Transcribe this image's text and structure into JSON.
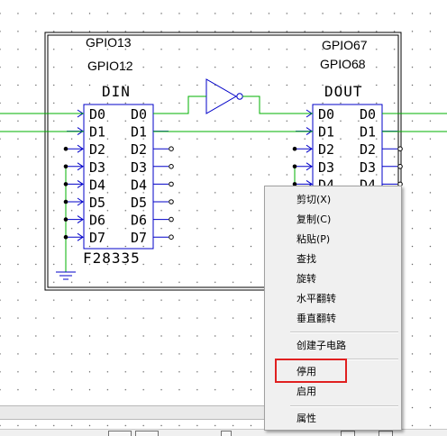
{
  "schematic": {
    "left_block_labels": [
      "GPIO13",
      "GPIO12"
    ],
    "right_block_labels": [
      "GPIO67",
      "GPIO68"
    ],
    "din_title": "DIN",
    "dout_title": "DOUT",
    "chip_label": "F28335",
    "din_left_pins": [
      "D0",
      "D1",
      "D2",
      "D3",
      "D4",
      "D5",
      "D6",
      "D7"
    ],
    "din_right_pins": [
      "D0",
      "D1",
      "D2",
      "D3",
      "D4",
      "D5",
      "D6",
      "D7"
    ],
    "dout_left_pins": [
      "D0",
      "D1",
      "D2",
      "D3",
      "D4"
    ],
    "dout_right_pins": [
      "D0",
      "D1",
      "D2",
      "D3",
      "D4"
    ],
    "wire_color": "#00b000",
    "component_color": "#0000c8"
  },
  "context_menu": {
    "items": [
      {
        "label": "剪切(X)"
      },
      {
        "label": "复制(C)"
      },
      {
        "label": "粘贴(P)"
      },
      {
        "label": "查找"
      },
      {
        "label": "旋转"
      },
      {
        "label": "水平翻转"
      },
      {
        "label": "垂直翻转"
      },
      {
        "label": "创建子电路"
      },
      {
        "label": "停用",
        "highlighted": true
      },
      {
        "label": "启用"
      },
      {
        "label": "属性"
      }
    ],
    "highlight_color": "#e02020"
  }
}
